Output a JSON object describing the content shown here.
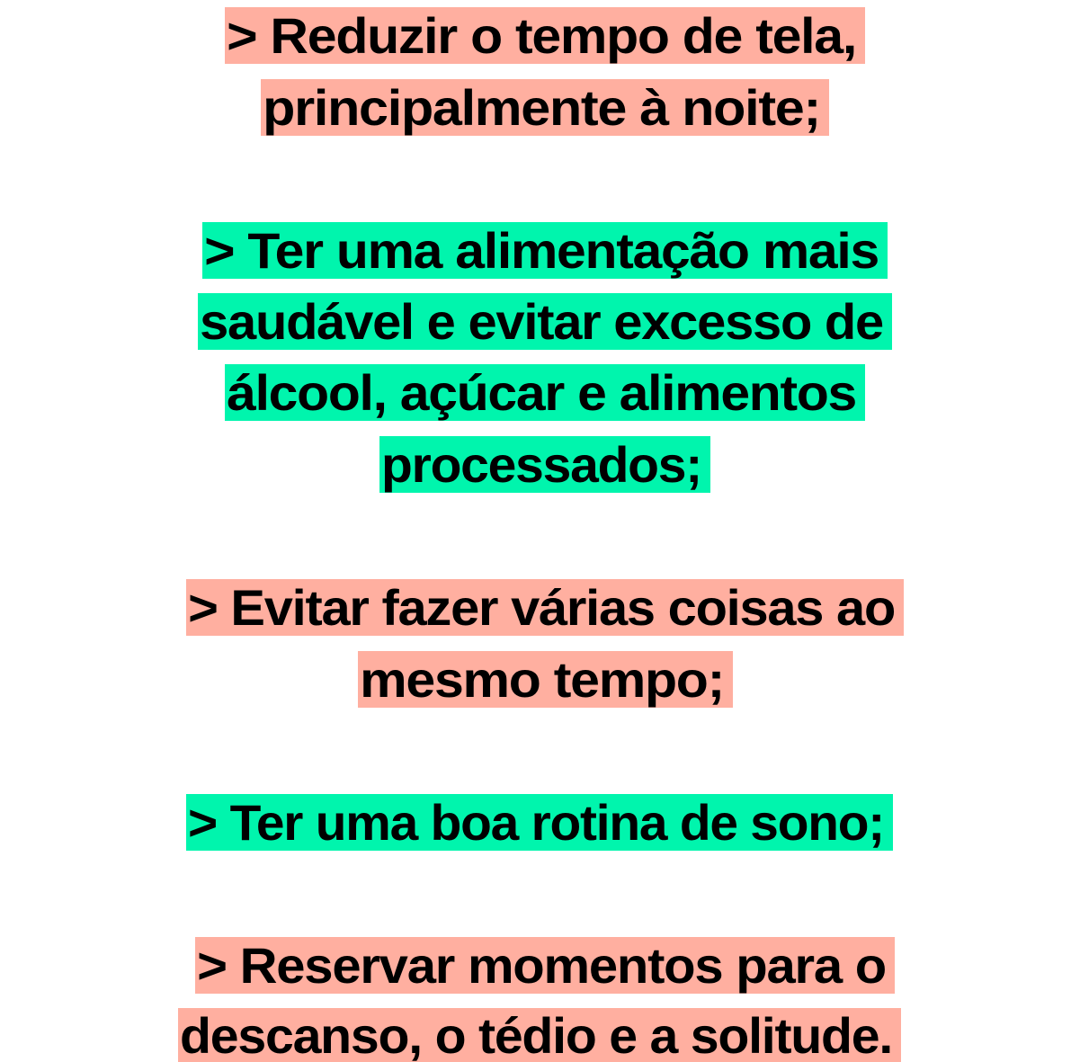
{
  "colors": {
    "background": "#FFFFFF",
    "text": "#000000",
    "salmon_highlight": "#FFAFA0",
    "mint_highlight": "#00F5AD"
  },
  "tips": [
    {
      "highlight": "salmon",
      "lines": [
        "> Reduzir o tempo de tela,",
        "principalmente à noite;"
      ]
    },
    {
      "highlight": "mint",
      "lines": [
        "> Ter uma alimentação mais",
        "saudável e evitar excesso de",
        "álcool, açúcar e alimentos",
        "processados;"
      ]
    },
    {
      "highlight": "salmon",
      "lines": [
        "> Evitar fazer várias coisas ao",
        "mesmo tempo;"
      ]
    },
    {
      "highlight": "mint",
      "lines": [
        "> Ter uma boa rotina de sono;"
      ]
    },
    {
      "highlight": "salmon",
      "lines": [
        "> Reservar momentos para o",
        "descanso, o tédio e a solitude."
      ]
    }
  ]
}
